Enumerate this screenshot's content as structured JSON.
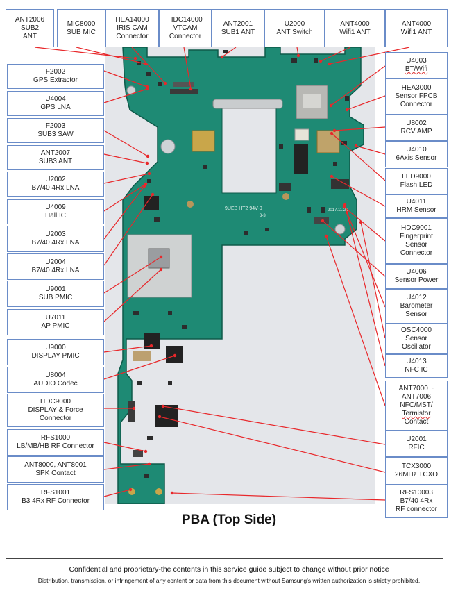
{
  "title": "PBA (Top Side)",
  "footer": {
    "line1": "Confidential and proprietary-the contents in this service guide subject to change without prior notice",
    "line2": "Distribution, transmission, or infringement of any content or data from this document without Samsung's written authorization is strictly prohibited."
  },
  "board_print": {
    "marking": "9UEB HT2 94V-0",
    "sub_marking": "3-3",
    "date": "2017.11.26"
  },
  "colors": {
    "leader": "#e8282b",
    "box_border": "#6a8cc8",
    "pcb": "#1e8a74"
  },
  "labels": {
    "top": [
      {
        "id": "ant2006",
        "lines": [
          "ANT2006",
          "SUB2",
          "ANT"
        ]
      },
      {
        "id": "mic8000",
        "lines": [
          "MIC8000",
          "SUB MIC"
        ]
      },
      {
        "id": "hea14000",
        "lines": [
          "HEA14000",
          "IRIS CAM",
          "Connector"
        ]
      },
      {
        "id": "hdc14000",
        "lines": [
          "HDC14000",
          "VTCAM",
          "Connector"
        ]
      },
      {
        "id": "ant2001",
        "lines": [
          "ANT2001",
          "SUB1 ANT"
        ]
      },
      {
        "id": "u2000",
        "lines": [
          "U2000",
          "ANT Switch"
        ]
      },
      {
        "id": "ant4000a",
        "lines": [
          "ANT4000",
          "Wifi1 ANT"
        ]
      },
      {
        "id": "ant4000b",
        "lines": [
          "ANT4000",
          "Wifi1 ANT"
        ]
      }
    ],
    "left": [
      {
        "id": "f2002",
        "lines": [
          "F2002",
          "GPS Extractor"
        ]
      },
      {
        "id": "u4004",
        "lines": [
          "U4004",
          "GPS LNA"
        ]
      },
      {
        "id": "f2003",
        "lines": [
          "F2003",
          "SUB3 SAW"
        ]
      },
      {
        "id": "ant2007",
        "lines": [
          "ANT2007",
          "SUB3 ANT"
        ]
      },
      {
        "id": "u2002",
        "lines": [
          "U2002",
          "B7/40 4Rx LNA"
        ]
      },
      {
        "id": "u4009",
        "lines": [
          "U4009",
          "Hall IC"
        ]
      },
      {
        "id": "u2003",
        "lines": [
          "U2003",
          "B7/40 4Rx LNA"
        ]
      },
      {
        "id": "u2004",
        "lines": [
          "U2004",
          "B7/40 4Rx LNA"
        ]
      },
      {
        "id": "u9001",
        "lines": [
          "U9001",
          "SUB PMIC"
        ]
      },
      {
        "id": "u7011",
        "lines": [
          "U7011",
          "AP PMIC"
        ]
      },
      {
        "id": "u9000",
        "lines": [
          "U9000",
          "DISPLAY PMIC"
        ]
      },
      {
        "id": "u8004",
        "lines": [
          "U8004",
          "AUDIO Codec"
        ]
      },
      {
        "id": "hdc9000",
        "lines": [
          "HDC9000",
          "DISPLAY & Force",
          "Connector"
        ]
      },
      {
        "id": "rfs1000",
        "lines": [
          "RFS1000",
          "LB/MB/HB RF Connector"
        ]
      },
      {
        "id": "ant8000",
        "lines": [
          "ANT8000, ANT8001",
          "SPK Contact"
        ]
      },
      {
        "id": "rfs1001",
        "lines": [
          "RFS1001",
          "B3 4Rx RF Connector"
        ]
      }
    ],
    "right": [
      {
        "id": "u4003",
        "lines": [
          "U4003",
          "BT/Wifi"
        ],
        "squiggle": [
          1
        ]
      },
      {
        "id": "hea3000",
        "lines": [
          "HEA3000",
          "Sensor FPCB",
          "Connector"
        ]
      },
      {
        "id": "u8002",
        "lines": [
          "U8002",
          "RCV AMP"
        ]
      },
      {
        "id": "u4010",
        "lines": [
          "U4010",
          "6Axis Sensor"
        ]
      },
      {
        "id": "led9000",
        "lines": [
          "LED9000",
          "Flash LED"
        ]
      },
      {
        "id": "u4011",
        "lines": [
          "U4011",
          "HRM Sensor"
        ]
      },
      {
        "id": "hdc9001",
        "lines": [
          "HDC9001",
          "Fingerprint",
          "Sensor",
          "Connector"
        ]
      },
      {
        "id": "u4006",
        "lines": [
          "U4006",
          "Sensor Power"
        ]
      },
      {
        "id": "u4012",
        "lines": [
          "U4012",
          "Barometer",
          "Sensor"
        ]
      },
      {
        "id": "osc4000",
        "lines": [
          "OSC4000",
          "Sensor",
          "Oscillator"
        ]
      },
      {
        "id": "u4013",
        "lines": [
          "U4013",
          "NFC IC"
        ]
      },
      {
        "id": "ant7000",
        "lines": [
          "ANT7000 ~",
          "ANT7006",
          "NFC/MST/",
          "Termistor",
          "Contact"
        ],
        "squiggle": [
          3
        ]
      },
      {
        "id": "u2001",
        "lines": [
          "U2001",
          "RFIC"
        ]
      },
      {
        "id": "tcx3000",
        "lines": [
          "TCX3000",
          "26MHz TCXO"
        ]
      },
      {
        "id": "rfs10003",
        "lines": [
          "RFS10003",
          "B7/40 4Rx",
          "RF connector"
        ]
      }
    ]
  }
}
